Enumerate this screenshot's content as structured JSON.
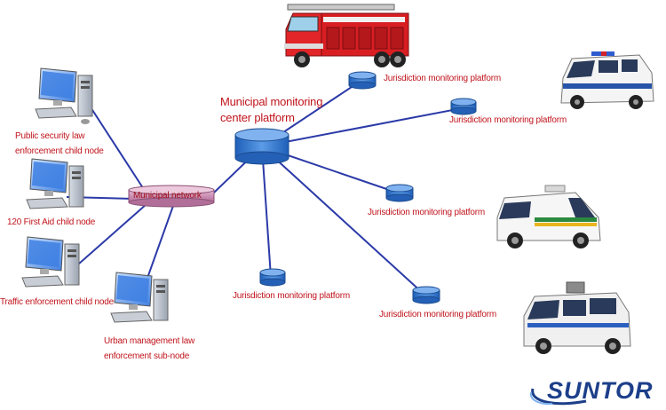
{
  "center_label_line1": "Municipal monitoring",
  "center_label_line2": "center platform",
  "network_label": "Municipal network",
  "platform_label": "Jurisdiction monitoring platform",
  "nodes": {
    "public_security_1": "Public security law",
    "public_security_2": "enforcement child node",
    "first_aid": "120 First Aid child node",
    "traffic": "Traffic enforcement child node",
    "urban_1": "Urban management law",
    "urban_2": "enforcement sub-node"
  },
  "logo_text": "SUNTOR",
  "colors": {
    "line": "#2b3aa8",
    "label_red": "#c0141c",
    "disk_blue": "#2f6fc6",
    "network_pink": "#c47da8",
    "logo_blue": "#1d3f8a"
  }
}
